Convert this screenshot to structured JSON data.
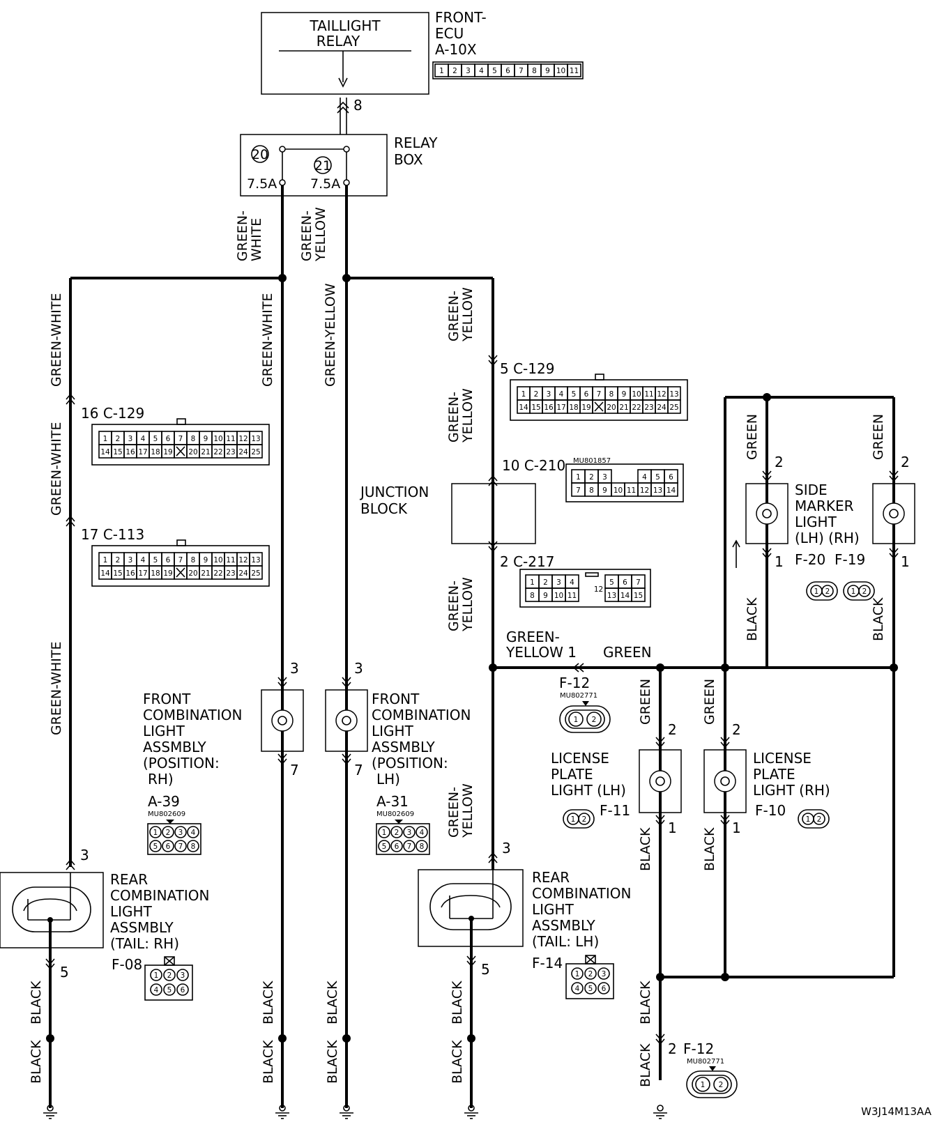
{
  "diagram_code": "W3J14M13AA",
  "taillight_relay": {
    "line1": "TAILLIGHT",
    "line2": "RELAY",
    "pin": "8"
  },
  "front_ecu": {
    "line1": "FRONT-",
    "line2": "ECU",
    "code": "A-10X",
    "pins": [
      "1",
      "2",
      "3",
      "4",
      "5",
      "6",
      "7",
      "8",
      "9",
      "10",
      "11"
    ]
  },
  "relay_box": {
    "line1": "RELAY",
    "line2": "BOX",
    "fuse_left": {
      "num": "20",
      "rating": "7.5A"
    },
    "fuse_right": {
      "num": "21",
      "rating": "7.5A"
    }
  },
  "wire_colors": {
    "green_white_stacked": [
      "GREEN-",
      "WHITE"
    ],
    "green_yellow_stacked": [
      "GREEN-",
      "YELLOW"
    ],
    "green_white": "GREEN-WHITE",
    "green_yellow": "GREEN-YELLOW",
    "green": "GREEN",
    "black": "BLACK"
  },
  "c129_pins": {
    "top": [
      "1",
      "2",
      "3",
      "4",
      "5",
      "6",
      "7",
      "8",
      "9",
      "10",
      "11",
      "12",
      "13"
    ],
    "bottom": [
      "14",
      "15",
      "16",
      "17",
      "18",
      "19",
      "",
      "20",
      "21",
      "22",
      "23",
      "24",
      "25"
    ]
  },
  "connectors": {
    "c129_left": {
      "pin": "16",
      "code": "C-129"
    },
    "c113_left": {
      "pin": "17",
      "code": "C-113"
    },
    "c129_right": {
      "pin": "5",
      "code": "C-129"
    },
    "c210": {
      "pin": "10",
      "code": "C-210",
      "part": "MU801857",
      "top": [
        "1",
        "2",
        "3",
        "",
        "4",
        "5",
        "6"
      ],
      "bottom": [
        "7",
        "8",
        "9",
        "10",
        "11",
        "12",
        "13",
        "14"
      ]
    },
    "c217": {
      "pin": "2",
      "code": "C-217",
      "top": [
        "1",
        "2",
        "3",
        "4",
        "5",
        "6",
        "7"
      ],
      "bottom": [
        "8",
        "9",
        "10",
        "11",
        "13",
        "14",
        "15"
      ],
      "center": "12"
    },
    "f12_mid": {
      "code": "F-12",
      "part": "MU802771",
      "pin": "1"
    },
    "f12_bottom": {
      "code": "F-12",
      "part": "MU802771",
      "pin": "2"
    },
    "a39": {
      "code": "A-39",
      "part": "MU802609",
      "pins": [
        "1",
        "2",
        "3",
        "4",
        "5",
        "6",
        "7",
        "8"
      ]
    },
    "a31": {
      "code": "A-31",
      "part": "MU802609",
      "pins": [
        "1",
        "2",
        "3",
        "4",
        "5",
        "6",
        "7",
        "8"
      ]
    },
    "f08": {
      "code": "F-08",
      "pins": [
        "1",
        "2",
        "3",
        "4",
        "5",
        "6"
      ]
    },
    "f14": {
      "code": "F-14",
      "pins": [
        "1",
        "2",
        "3",
        "4",
        "5",
        "6"
      ]
    },
    "f20": {
      "code": "F-20"
    },
    "f19": {
      "code": "F-19"
    },
    "f11": {
      "code": "F-11"
    },
    "f10": {
      "code": "F-10"
    }
  },
  "junction_block": {
    "line1": "JUNCTION",
    "line2": "BLOCK"
  },
  "front_combo_rh": {
    "lines": [
      "FRONT",
      "COMBINATION",
      "LIGHT",
      "ASSMBLY",
      "(POSITION:",
      "RH)"
    ],
    "pin_in": "3",
    "pin_out": "7"
  },
  "front_combo_lh": {
    "lines": [
      "FRONT",
      "COMBINATION",
      "LIGHT",
      "ASSMBLY",
      "(POSITION:",
      "LH)"
    ],
    "pin_in": "3",
    "pin_out": "7"
  },
  "rear_combo_rh": {
    "lines": [
      "REAR",
      "COMBINATION",
      "LIGHT",
      "ASSMBLY",
      "(TAIL: RH)"
    ],
    "pin_in": "3",
    "pin_out": "5"
  },
  "rear_combo_lh": {
    "lines": [
      "REAR",
      "COMBINATION",
      "LIGHT",
      "ASSMBLY",
      "(TAIL: LH)"
    ],
    "pin_in": "3",
    "pin_out": "5"
  },
  "side_marker": {
    "lines": [
      "SIDE",
      "MARKER",
      "LIGHT",
      "(LH) (RH)"
    ],
    "pin_top": "2",
    "pin_bottom": "1"
  },
  "license_lh": {
    "lines": [
      "LICENSE",
      "PLATE",
      "LIGHT (LH)"
    ],
    "pin_top": "2",
    "pin_bottom": "1"
  },
  "license_rh": {
    "lines": [
      "LICENSE",
      "PLATE",
      "LIGHT (RH)"
    ],
    "pin_top": "2",
    "pin_bottom": "1"
  },
  "junction_label": {
    "line1": "GREEN-",
    "line2": "YELLOW 1"
  },
  "two_pin": [
    "1",
    "2"
  ]
}
